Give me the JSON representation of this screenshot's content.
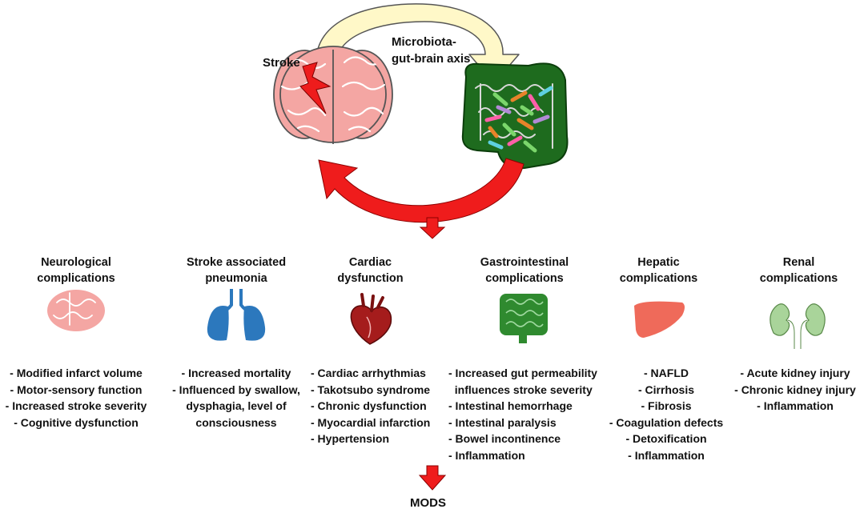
{
  "top": {
    "stroke_label": "Stroke",
    "axis_label": "Microbiota-\ngut-brain axis",
    "outcome_label": "MODS"
  },
  "colors": {
    "red_arrow": "#ef1c1c",
    "cream_arrow": "#fff8c8",
    "brain_pink": "#f4a6a3",
    "gut_green": "#1e6b1e",
    "lung_blue": "#2c78bd",
    "liver_red": "#ef6a5a",
    "kidney_green": "#a9d49a"
  },
  "columns": [
    {
      "id": "neurological",
      "icon": "brain-icon",
      "title": "Neurological\ncomplications",
      "items": [
        "- Modified infarct volume",
        "- Motor-sensory function",
        "- Increased stroke severity",
        "- Cognitive dysfunction"
      ]
    },
    {
      "id": "pneumonia",
      "icon": "lungs-icon",
      "title": "Stroke associated\npneumonia",
      "items": [
        "- Increased mortality",
        "- Influenced by swallow,",
        "dysphagia, level of",
        "consciousness"
      ]
    },
    {
      "id": "cardiac",
      "icon": "heart-icon",
      "title": "Cardiac\ndysfunction",
      "items": [
        "- Cardiac arrhythmias",
        "- Takotsubo syndrome",
        "- Chronic dysfunction",
        "- Myocardial infarction",
        "- Hypertension"
      ]
    },
    {
      "id": "gastrointestinal",
      "icon": "intestine-icon",
      "title": "Gastrointestinal\ncomplications",
      "items": [
        "- Increased gut permeability",
        "  influences stroke severity",
        "- Intestinal hemorrhage",
        "- Intestinal paralysis",
        "- Bowel incontinence",
        "- Inflammation"
      ]
    },
    {
      "id": "hepatic",
      "icon": "liver-icon",
      "title": "Hepatic\ncomplications",
      "items": [
        "- NAFLD",
        "- Cirrhosis",
        "- Fibrosis",
        "- Coagulation defects",
        "- Detoxification",
        "- Inflammation"
      ]
    },
    {
      "id": "renal",
      "icon": "kidneys-icon",
      "title": "Renal\ncomplications",
      "items": [
        "- Acute kidney injury",
        "- Chronic kidney injury",
        "- Inflammation"
      ]
    }
  ]
}
